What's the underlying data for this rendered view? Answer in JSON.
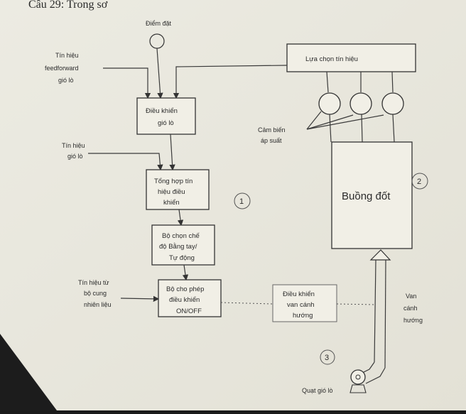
{
  "header": {
    "text": "Câu 29: Trong sơ"
  },
  "nodes": {
    "setpoint": "Điểm đặt",
    "feedforward": [
      "Tín hiệu",
      "feedforward",
      "gió lò"
    ],
    "signal_select": "Lựa chọn tín hiệu",
    "air_control": [
      "Điều khiển",
      "gió lò"
    ],
    "air_signal": [
      "Tín hiệu",
      "gió lò"
    ],
    "synthesis": [
      "Tổng hợp tín",
      "hiệu điều",
      "khiển"
    ],
    "mode_selector": [
      "Bộ chọn chế",
      "độ Bằng tay/",
      "Tự động"
    ],
    "fuel_signal": [
      "Tín hiệu từ",
      "bộ cung",
      "nhiên liệu"
    ],
    "permit": [
      "Bộ cho phép",
      "điều khiển",
      "ON/OFF"
    ],
    "pressure_sensor": [
      "Cảm biến",
      "áp suất"
    ],
    "chamber": "Buồng đốt",
    "vane_control": [
      "Điều khiển",
      "van cánh",
      "hướng"
    ],
    "vane": [
      "Van",
      "cánh",
      "hướng"
    ],
    "fan": "Quạt gió lò"
  },
  "markers": {
    "one": "1",
    "two": "2",
    "three": "3"
  }
}
